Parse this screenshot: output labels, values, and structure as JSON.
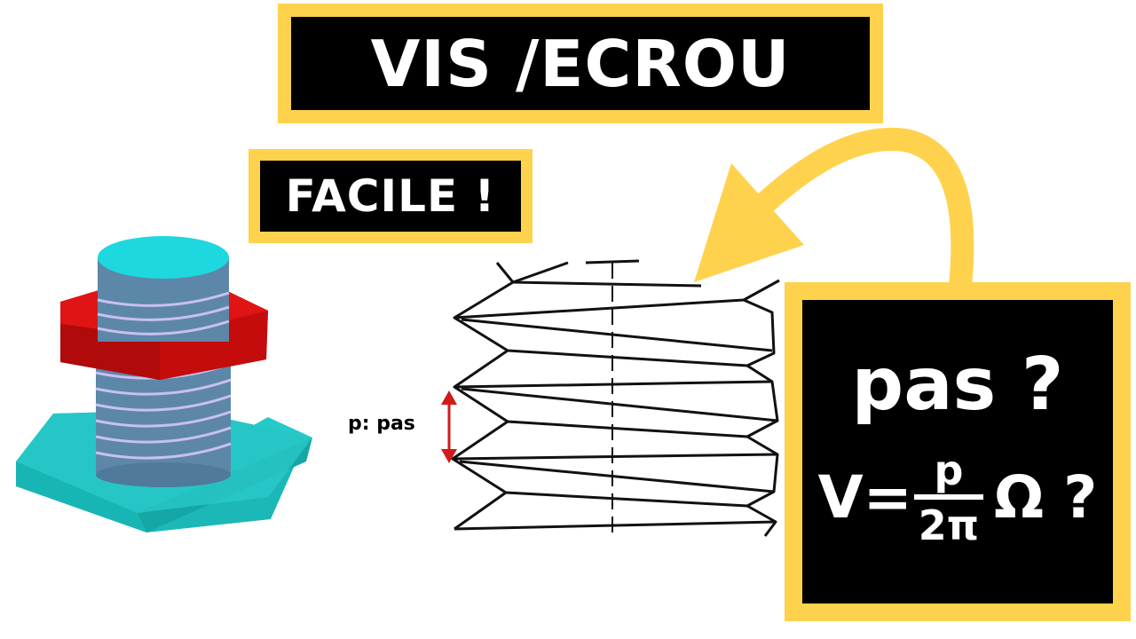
{
  "title": "VIS /ECROU",
  "subtitle": "FACILE !",
  "pitch_label": "p: pas",
  "formula_box": {
    "question": "pas ?",
    "lhs": "V=",
    "fraction_numerator": "p",
    "fraction_denominator": "2π",
    "omega": "Ω",
    "question_mark": "?"
  },
  "colors": {
    "frame": "#FFD24D",
    "box_background": "#000000",
    "text": "#ffffff",
    "nut_red": "#D10F0F",
    "base_cyan": "#24CACA",
    "cylinder_top": "#1ED8E0",
    "screw_blue": "#5C87A9",
    "thread_lines": "#C9C0F0",
    "arrow_red": "#D11A1A"
  },
  "icons": [
    "curved-arrow-icon",
    "double-arrow-icon",
    "screw-nut-illustration",
    "thread-profile-sketch"
  ]
}
